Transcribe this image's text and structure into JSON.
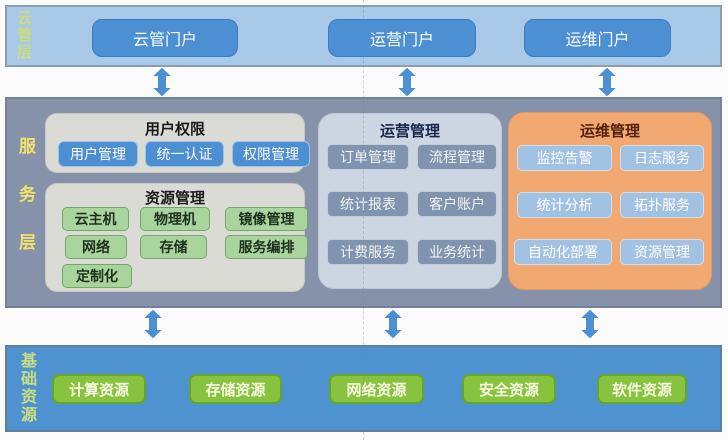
{
  "cloud_mgmt_layer": {
    "label": "云管层",
    "portals": [
      {
        "label": "云管门户"
      },
      {
        "label": "运营门户"
      },
      {
        "label": "运维门户"
      }
    ]
  },
  "service_layer": {
    "label": "服务层",
    "groups": [
      {
        "title": "用户权限",
        "items": [
          "用户管理",
          "统一认证",
          "权限管理"
        ]
      },
      {
        "title": "资源管理",
        "items": [
          "云主机",
          "物理机",
          "镜像管理",
          "网络",
          "存储",
          "服务编排",
          "定制化"
        ]
      },
      {
        "title": "运营管理",
        "items": [
          "订单管理",
          "流程管理",
          "统计报表",
          "客户账户",
          "计费服务",
          "业务统计"
        ]
      },
      {
        "title": "运维管理",
        "items": [
          "监控告警",
          "日志服务",
          "统计分析",
          "拓扑服务",
          "自动化部署",
          "资源管理"
        ]
      }
    ]
  },
  "infrastructure_layer": {
    "label": "基础资源",
    "resources": [
      "计算资源",
      "存储资源",
      "网络资源",
      "安全资源",
      "软件资源"
    ]
  },
  "icons": {
    "double_arrow": "⬍"
  },
  "colors": {
    "accent_blue": "#4c8fd2",
    "top_band_bg": "#a9c9e8",
    "service_band_bg": "#8592aa",
    "infra_band_bg": "#4e93cf",
    "gray_panel_bg": "#dbdbd5",
    "ops_panel_bg": "#ccd6e2",
    "maint_panel_bg": "#f1a871",
    "ops_button_bg": "#8093af",
    "maint_button_bg": "#a2c2e4",
    "green_button_bg": "#a9d49d",
    "resource_button_bg": "#88c340",
    "layer_label_yellow_green": "#cbdd7e",
    "layer_label_yellow": "#f1e26b"
  }
}
